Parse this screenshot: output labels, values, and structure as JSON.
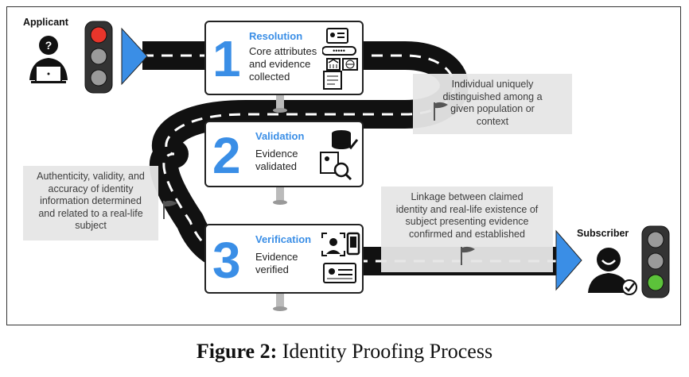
{
  "roles": {
    "start": "Applicant",
    "end": "Subscriber"
  },
  "steps": [
    {
      "number": "1",
      "title": "Resolution",
      "lines": [
        "Core attributes",
        "and evidence",
        "collected"
      ]
    },
    {
      "number": "2",
      "title": "Validation",
      "lines": [
        "Evidence",
        "validated"
      ]
    },
    {
      "number": "3",
      "title": "Verification",
      "lines": [
        "Evidence",
        "verified"
      ]
    }
  ],
  "notes": {
    "resolution": [
      "Individual uniquely",
      "distinguished among a",
      "given population or",
      "context"
    ],
    "validation": [
      "Authenticity, validity, and",
      "accuracy of identity",
      "information determined",
      "and related to a real-life",
      "subject"
    ],
    "verification": [
      "Linkage between claimed",
      "identity and real-life existence of",
      "subject presenting evidence",
      "confirmed and established"
    ]
  },
  "colors": {
    "accent": "#3a8ee6",
    "road": "#111111",
    "note_bg": "#e6e6e6",
    "light_red": "#e8352b",
    "light_green": "#5cc23a",
    "light_off": "#9a9a9a"
  },
  "icons": [
    "applicant-laptop-icon",
    "traffic-light-icon",
    "id-card-icon",
    "password-icon",
    "bank-icon",
    "globe-icon",
    "document-icon",
    "database-check-icon",
    "magnifier-icon",
    "face-id-icon",
    "phone-icon",
    "subscriber-check-icon",
    "flag-icon"
  ],
  "caption": {
    "label": "Figure 2:",
    "text": "Identity Proofing Process"
  }
}
